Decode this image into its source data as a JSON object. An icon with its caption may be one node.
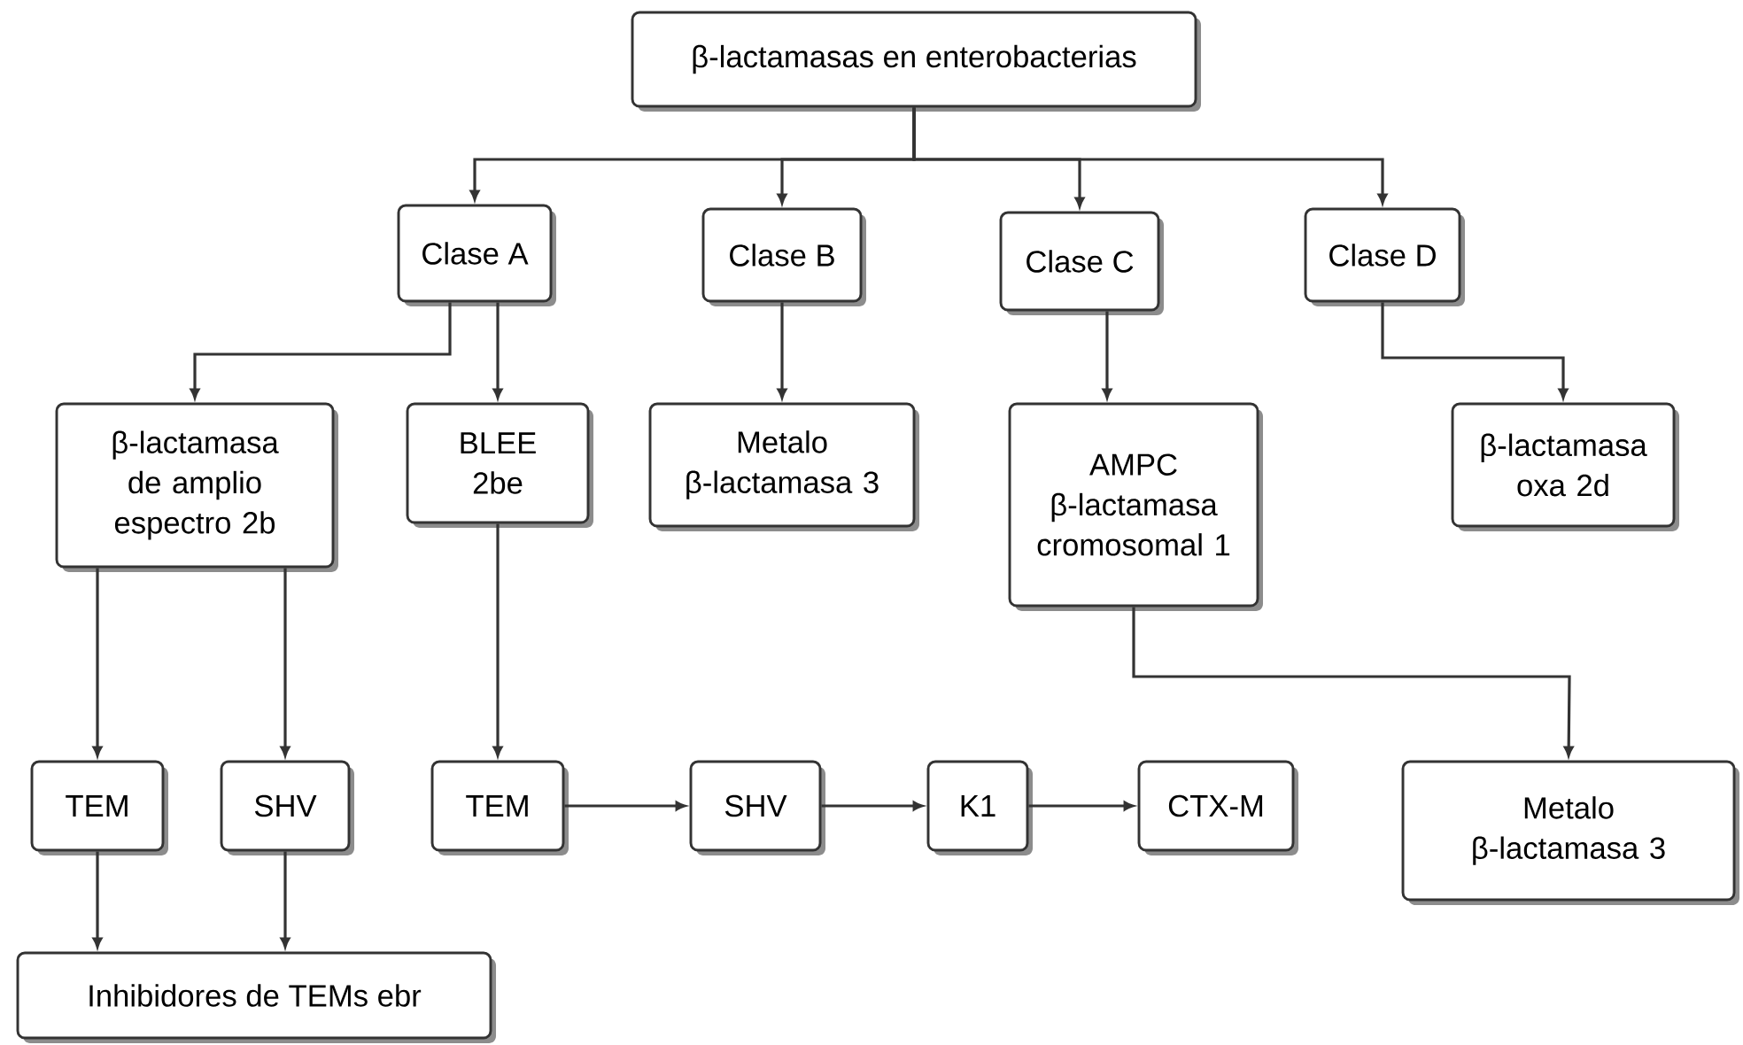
{
  "diagram": {
    "nodes": [
      {
        "text": [
          "β-lactamasas en enterobacterias"
        ]
      },
      {
        "text": [
          "Clase A"
        ]
      },
      {
        "text": [
          "Clase B"
        ]
      },
      {
        "text": [
          "Clase C"
        ]
      },
      {
        "text": [
          "Clase D"
        ]
      },
      {
        "text": [
          "β-lactamasa de amplio espectro 2b"
        ]
      },
      {
        "text": [
          "BLEE 2be"
        ]
      },
      {
        "text": [
          "Metalo β-lactamasa 3"
        ]
      },
      {
        "text": [
          "AMPC β-lactamasa cromosomal 1"
        ]
      },
      {
        "text": [
          "β-lactamasa oxa 2d"
        ]
      },
      {
        "text": [
          "TEM"
        ]
      },
      {
        "text": [
          "SHV"
        ]
      },
      {
        "text": [
          "TEM"
        ]
      },
      {
        "text": [
          "SHV"
        ]
      },
      {
        "text": [
          "K1"
        ]
      },
      {
        "text": [
          "CTX-M"
        ]
      },
      {
        "text": [
          "Metalo β-lactamasa 3"
        ]
      },
      {
        "text": [
          "Inhibidores de TEMs ebr"
        ]
      }
    ],
    "edges": [
      {
        "from": 0,
        "to": 1,
        "arrow": "to"
      },
      {
        "from": 0,
        "to": 2,
        "arrow": "to"
      },
      {
        "from": 0,
        "to": 3,
        "arrow": "to"
      },
      {
        "from": 0,
        "to": 4,
        "arrow": "to"
      },
      {
        "from": 1,
        "to": 5,
        "arrow": "to"
      },
      {
        "from": 1,
        "to": 6,
        "arrow": "to"
      },
      {
        "from": 2,
        "to": 7,
        "arrow": "to"
      },
      {
        "from": 3,
        "to": 8,
        "arrow": "to"
      },
      {
        "from": 4,
        "to": 9,
        "arrow": "to"
      },
      {
        "from": 5,
        "to": 10,
        "arrow": "to"
      },
      {
        "from": 5,
        "to": 11,
        "arrow": "to"
      },
      {
        "from": 6,
        "to": 12,
        "arrow": "to"
      },
      {
        "from": 12,
        "to": 13,
        "arrow": "to"
      },
      {
        "from": 13,
        "to": 14,
        "arrow": "to"
      },
      {
        "from": 14,
        "to": 15,
        "arrow": "to"
      },
      {
        "from": 8,
        "to": 16,
        "arrow": "to"
      },
      {
        "from": 10,
        "to": 17,
        "arrow": "to"
      },
      {
        "from": 11,
        "to": 17,
        "arrow": "to"
      }
    ]
  }
}
